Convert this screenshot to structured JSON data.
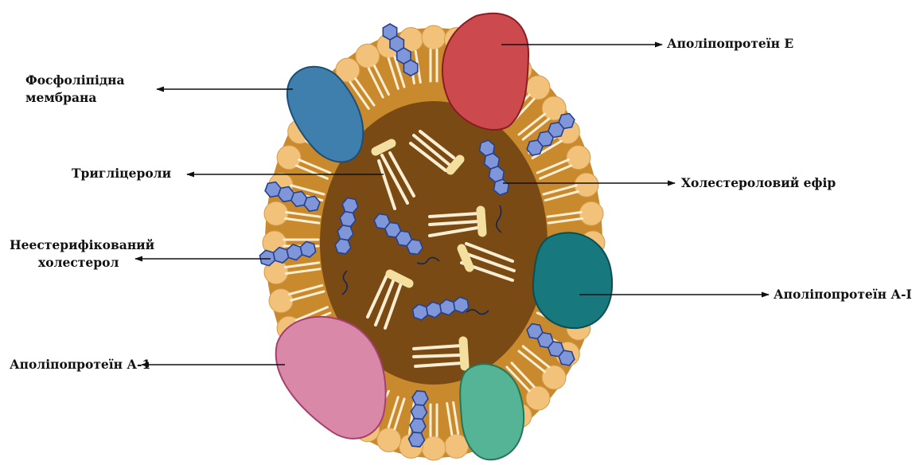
{
  "labels": {
    "apoE": "Аполіпопротеїн Е",
    "phospholipid_1": "Фосфоліпідна",
    "phospholipid_2": "мембрана",
    "triglycerides": "Тригліцероли",
    "cholesterol_ester": "Холестероловий ефір",
    "free_cholesterol_1": "Неестерифікований",
    "free_cholesterol_2": "холестерол",
    "apoA2": "Аполіпопротеїн А-II",
    "apoA1": "Аполіпопротеїн А-1"
  },
  "colors": {
    "phospholipid_head": "#f2c27a",
    "phospholipid_shell": "#c98a2e",
    "core": "#7a4a14",
    "tail": "#fbeed2",
    "triglyceride": "#f3e0a0",
    "cholesterol": "#7f97d8",
    "cholesterol_stroke": "#25408f",
    "apoE": "#cc4a4e",
    "apoA2": "#17797e",
    "apoA1": "#da88a8",
    "apoB_green": "#56b496",
    "membrane_protein": "#3f7fae"
  }
}
